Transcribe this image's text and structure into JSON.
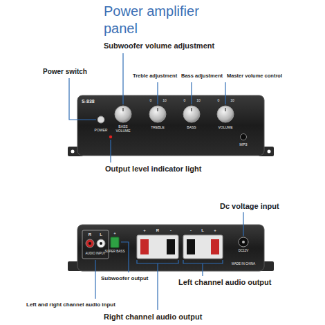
{
  "diagram": {
    "title": "Power amplifier panel",
    "labels": [
      "Subwoofer volume adjustment",
      "Power switch",
      "Treble adjustment",
      "Bass adjustment",
      "Master volume control",
      "Output level indicator light",
      "Dc voltage input",
      "Subwoofer output",
      "Left channel audio output",
      "Left and right channel audio input",
      "Right channel audio output",
      "S-838",
      "POWER",
      "BASS VOLUME",
      "0",
      "10",
      "0",
      "10",
      "0",
      "10",
      "TREBLE",
      "BASS",
      "VOLUME",
      "MP3",
      "R",
      "L",
      "AUDIO INPUT",
      "+",
      "SUPER BASS",
      "+",
      "R",
      "-",
      "-",
      "L",
      "+",
      "DC12V",
      "MADE IN CHINA"
    ]
  }
}
